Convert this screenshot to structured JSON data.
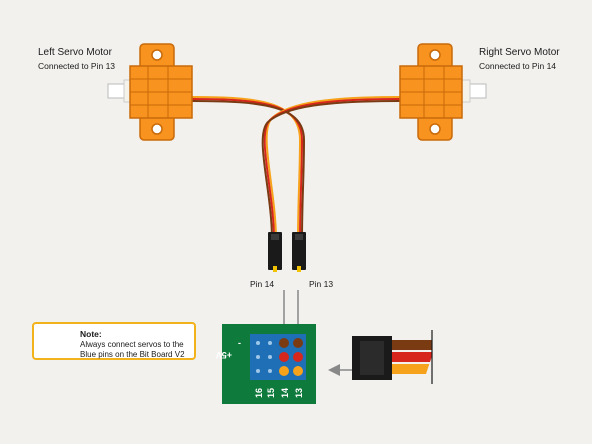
{
  "left_motor": {
    "title": "Left Servo Motor",
    "subtitle": "Connected to Pin 13"
  },
  "right_motor": {
    "title": "Right Servo Motor",
    "subtitle": "Connected to Pin 14"
  },
  "pins": {
    "left_label": "Pin 14",
    "right_label": "Pin 13"
  },
  "note": {
    "title": "Note:",
    "text": "Always connect servos to the\nBlue pins on the Bit Board V2"
  },
  "board": {
    "minus_label": "-",
    "plus_label": "+5V",
    "column_labels": [
      "16",
      "15",
      "14",
      "13"
    ]
  },
  "colors": {
    "background": "#f2f1ee",
    "servo_orange": "#f7931e",
    "wire_brown": "#7a3b13",
    "wire_red": "#d7261b",
    "wire_orange": "#f7a21b",
    "pcb_green": "#0e7a3b",
    "pin_blue": "#1f6fb6",
    "warning_yellow": "#f2b21b"
  },
  "icons": [
    "warning-icon",
    "arrow-down-icon",
    "arrow-left-icon"
  ]
}
